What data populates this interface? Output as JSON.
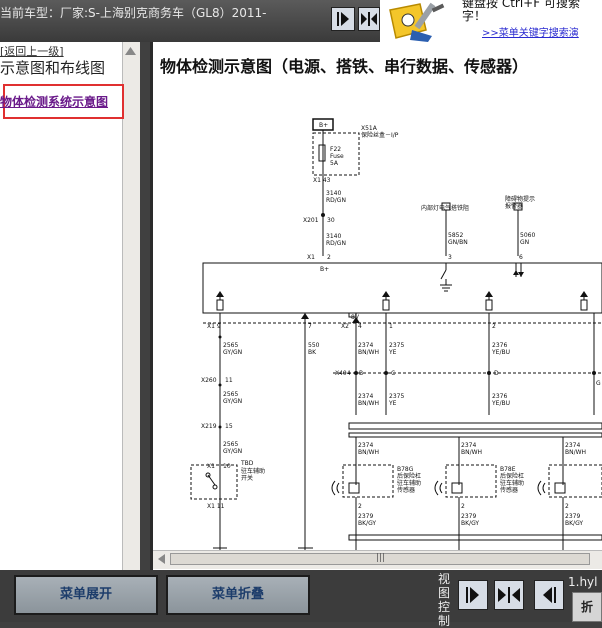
{
  "topbar": {
    "vehicle_label": "当前车型：厂家:S-上海别克商务车（GL8）2011-",
    "hint_line1": "键盘按 Ctrl+F 可搜索",
    "hint_line2": "字！",
    "hint_link": ">>菜单关键字搜索演"
  },
  "sidebar": {
    "back_label": "[返回上一级]",
    "section_title": "示意图和布线图",
    "selected_item": "物体检测系统示意图"
  },
  "main": {
    "heading": "物体检测示意图（电源、搭铁、串行数据、传感器）"
  },
  "diagram": {
    "labels": {
      "bplus": "B+",
      "x51a": "X51A",
      "x51a_desc": "保险丝盒－I/P",
      "fuse": "F22",
      "fuse_word": "Fuse",
      "fuse_amp": "5A",
      "x1_43": "X1  43",
      "w3140a": "3140",
      "rdgn_a": "RD/GN",
      "x201": "X201",
      "n30": "30",
      "w3140b": "3140",
      "rdgn_b": "RD/GN",
      "x1_top": "X1",
      "n2_top": "2",
      "bplus2": "B+",
      "inner_mirror": "内部灯电气搭铁阻",
      "obstacle": "障碍物提示",
      "obstacle2": "报警器",
      "w5852": "5852",
      "gnbn": "GN/BN",
      "w5060": "5060",
      "gn": "GN",
      "n3": "3",
      "n6": "6",
      "x1_9": "X1  9",
      "n7": "7",
      "x2": "X2",
      "n4": "4",
      "n1a": "1",
      "n2a": "2",
      "n8v": "8V",
      "w2565a": "2565",
      "gygn_a": "GY/GN",
      "w550": "550",
      "bk": "BK",
      "w2374a": "2374",
      "bnwh_a": "BN/WH",
      "w2375a": "2375",
      "ye_a": "YE",
      "w2376a": "2376",
      "yebu_a": "YE/BU",
      "x260": "X260",
      "n11": "11",
      "x404": "X404",
      "b": "B",
      "c": "C",
      "d": "D",
      "g": "G",
      "w2565b": "2565",
      "gygn_b": "GY/GN",
      "w2374b": "2374",
      "bnwh_b": "BN/WH",
      "w2375b": "2375",
      "ye_b": "YE",
      "w2376b": "2376",
      "yebu_b": "YE/BU",
      "x219": "X219",
      "n15": "15",
      "w2565c": "2565",
      "gygn_c": "GY/GN",
      "tbd": "TBD",
      "tbd_desc1": "驻车辅助",
      "tbd_desc2": "开关",
      "x1_b": "X1",
      "n10": "10",
      "w2374c": "2374",
      "bnwh_c": "BN/WH",
      "w2374d": "2374",
      "bnwh_d": "BN/WH",
      "w2374e": "2374",
      "bnwh_e": "BN/WH",
      "b78g": "B78G",
      "b78g_d1": "后保险杠",
      "b78g_d2": "驻车辅助",
      "b78g_d3": "传感器",
      "b78e": "B78E",
      "b78e_d1": "后保险杠",
      "b78e_d2": "驻车辅助",
      "b78e_d3": "传感器",
      "x1_11": "X1  11",
      "n2_g": "2",
      "n2_e": "2",
      "n2_f": "2",
      "w2379a": "2379",
      "bkgy_a": "BK/GY",
      "w2379b": "2379",
      "bkgy_b": "BK/GY",
      "w2379c": "2379",
      "bkgy_c": "BK/GY"
    }
  },
  "scrollbar": {
    "grip": "|||"
  },
  "bottombar": {
    "expand_label": "菜单展开",
    "collapse_label": "菜单折叠",
    "view_control": "视图控制",
    "filename": "1.hyl",
    "right_btn": "折"
  },
  "colors": {
    "highlight_border": "#e03030",
    "link_purple": "#6a1a8a",
    "hint_link": "#2a2ad0"
  }
}
